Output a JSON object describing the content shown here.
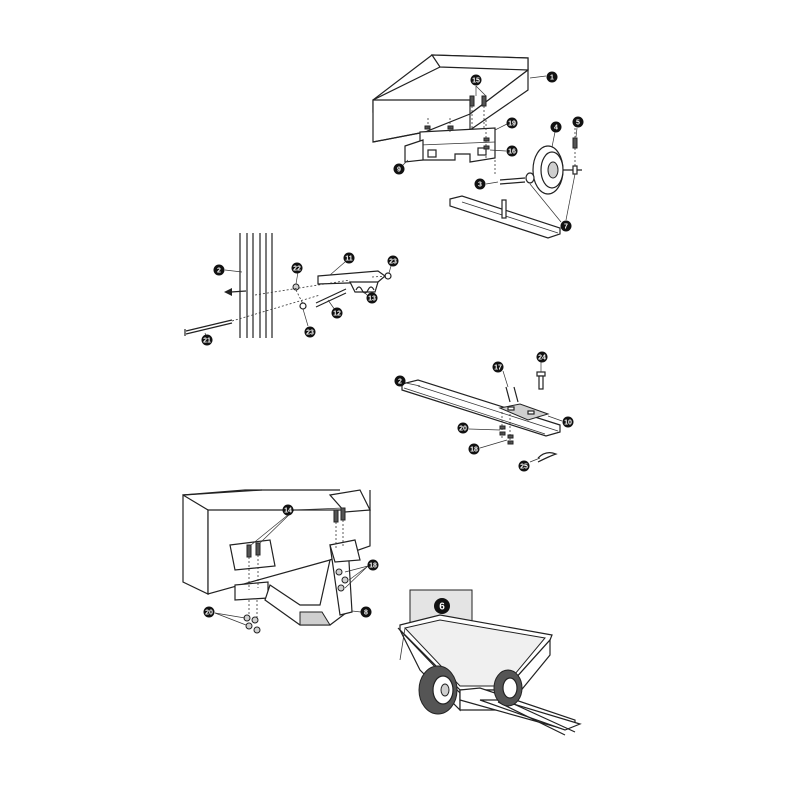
{
  "callouts": {
    "c1": "1",
    "c15": "15",
    "c19": "19",
    "c16": "16",
    "c9": "9",
    "c4": "4",
    "c5": "5",
    "c3": "3",
    "c7": "7",
    "c2a": "2",
    "c11": "11",
    "c23a": "23",
    "c22": "22",
    "c13": "13",
    "c12": "12",
    "c23b": "23",
    "c21": "21",
    "c24": "24",
    "c17": "17",
    "c2b": "2",
    "c10": "10",
    "c20a": "20",
    "c18a": "18",
    "c25": "25",
    "c14": "14",
    "c18b": "18",
    "c20b": "20",
    "c8": "8",
    "c6": "6"
  }
}
